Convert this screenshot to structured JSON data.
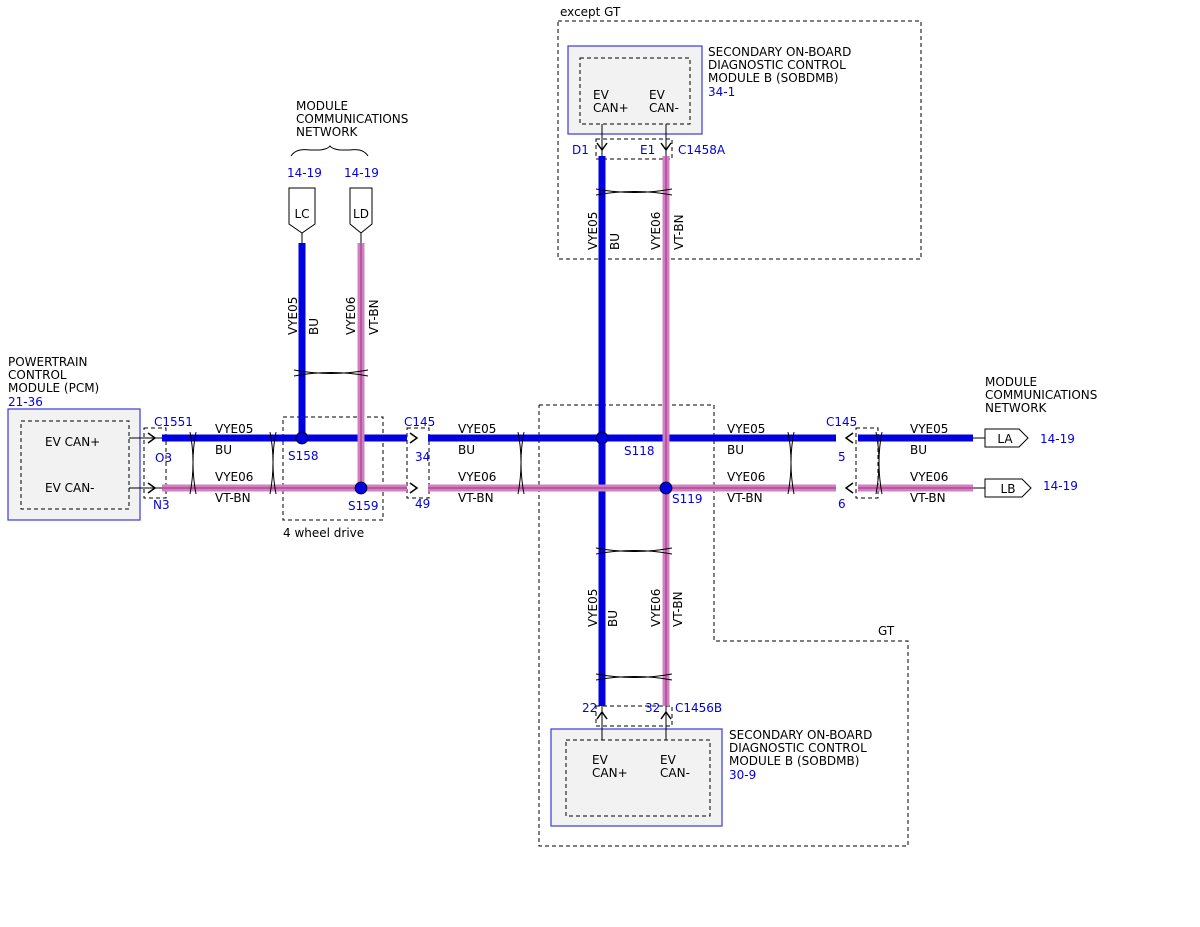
{
  "colors": {
    "wire_blue": "#0000e0",
    "wire_violet": "#d080c0",
    "wire_stripe": "#9c2e7e",
    "ref_blue": "#0000e0",
    "module_fill": "#f2f2f2",
    "module_border": "#3a3ae0"
  },
  "pcm": {
    "name": [
      "POWERTRAIN",
      "CONTROL",
      "MODULE (PCM)"
    ],
    "ref": "21-36",
    "pin_plus": "EV CAN+",
    "pin_minus": "EV CAN-",
    "connector": "C1551",
    "pin_plus_num": "O3",
    "pin_minus_num": "N3"
  },
  "sobdmb_top": {
    "name": [
      "SECONDARY ON-BOARD",
      "DIAGNOSTIC CONTROL",
      "MODULE B (SOBDMB)"
    ],
    "ref": "34-1",
    "pin_plus": [
      "EV",
      "CAN+"
    ],
    "pin_minus": [
      "EV",
      "CAN-"
    ],
    "pin_plus_num": "D1",
    "pin_minus_num": "E1",
    "connector": "C1458A"
  },
  "sobdmb_bottom": {
    "name": [
      "SECONDARY ON-BOARD",
      "DIAGNOSTIC CONTROL",
      "MODULE B (SOBDMB)"
    ],
    "ref": "30-9",
    "pin_plus": [
      "EV",
      "CAN+"
    ],
    "pin_minus": [
      "EV",
      "CAN-"
    ],
    "pin_plus_num": "22",
    "pin_minus_num": "32",
    "connector": "C1456B"
  },
  "network_top": {
    "name": [
      "MODULE",
      "COMMUNICATIONS",
      "NETWORK"
    ],
    "lc_ref": "14-19",
    "ld_ref": "14-19",
    "lc_label": "LC",
    "ld_label": "LD"
  },
  "network_right": {
    "name": [
      "MODULE",
      "COMMUNICATIONS",
      "NETWORK"
    ],
    "la_label": "LA",
    "lb_label": "LB",
    "la_ref": "14-19",
    "lb_ref": "14-19"
  },
  "connectors": {
    "c145_left": {
      "name": "C145",
      "pin_plus": "34",
      "pin_minus": "49"
    },
    "c145_right": {
      "name": "C145",
      "pin_plus": "5",
      "pin_minus": "6"
    }
  },
  "splices": {
    "s158": "S158",
    "s159": "S159",
    "s118": "S118",
    "s119": "S119"
  },
  "wires": {
    "can_plus_circuit": "VYE05",
    "can_plus_color": "BU",
    "can_minus_circuit": "VYE06",
    "can_minus_color": "VT-BN"
  },
  "options": {
    "four_wheel_drive": "4 wheel drive",
    "except_gt": "except GT",
    "gt": "GT"
  }
}
